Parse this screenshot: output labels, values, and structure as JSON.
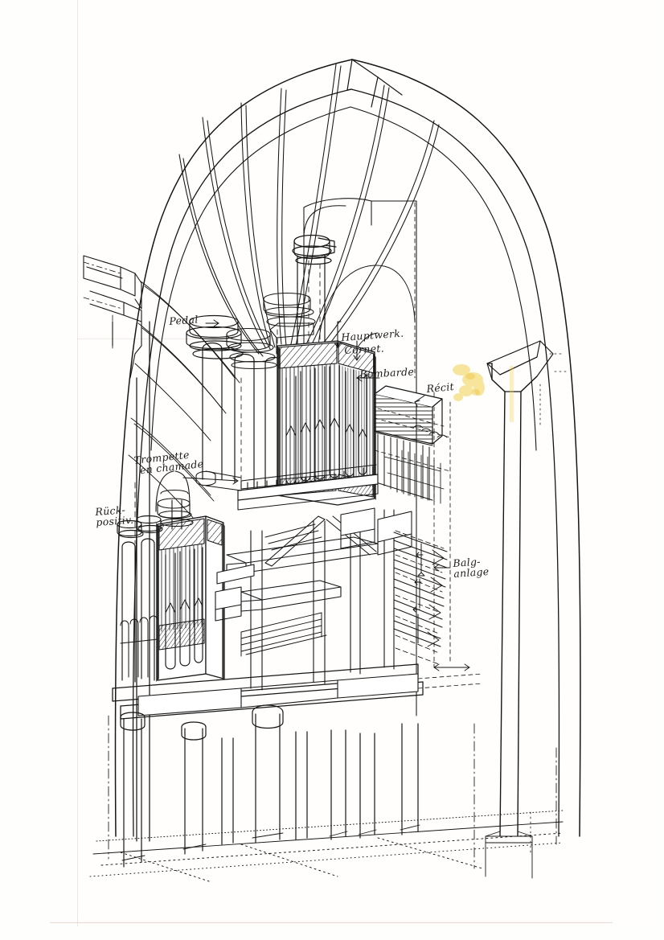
{
  "document": {
    "kind": "hand-drawn architectural section drawing",
    "subject": "pipe organ in a gothic church arch",
    "paper_color": "#fefefd",
    "ink_color": "#1b1b1b",
    "highlighter_color": "#f2d14a"
  },
  "labels": [
    {
      "id": "pedal",
      "text": "Pedal",
      "arrow": "right"
    },
    {
      "id": "hauptwerk",
      "text": "Hauptwerk.",
      "arrow": "down"
    },
    {
      "id": "cornet",
      "text": "Cornet.",
      "arrow": "down"
    },
    {
      "id": "bombarde",
      "text": "Bombarde",
      "arrow": "left"
    },
    {
      "id": "recit",
      "text": "Récit",
      "arrow": "left"
    },
    {
      "id": "trompette",
      "text": "Trompette\nen chamade",
      "arrow": "right"
    },
    {
      "id": "ruckpositiv",
      "text": "Rück-\npositiv.",
      "arrow": "none"
    },
    {
      "id": "balganlage",
      "text": "Balg-\nanlage",
      "arrow": "left"
    }
  ],
  "label_text": {
    "pedal": "Pedal",
    "hauptwerk": "Hauptwerk.",
    "cornet": "Cornet.",
    "bombarde": "Bombarde",
    "recit": "Récit",
    "trompette_line1": "Trompette",
    "trompette_line2": "en chamade",
    "ruck_line1": "Rück-",
    "ruck_line2": "positiv.",
    "balg_line1": "Balg-",
    "balg_line2": "anlage"
  },
  "annotations": {
    "highlighter_smudge": "yellow marker smudge beside the Récit label",
    "bottom_rule": "faint pink horizontal rule near the bottom of the sheet"
  }
}
